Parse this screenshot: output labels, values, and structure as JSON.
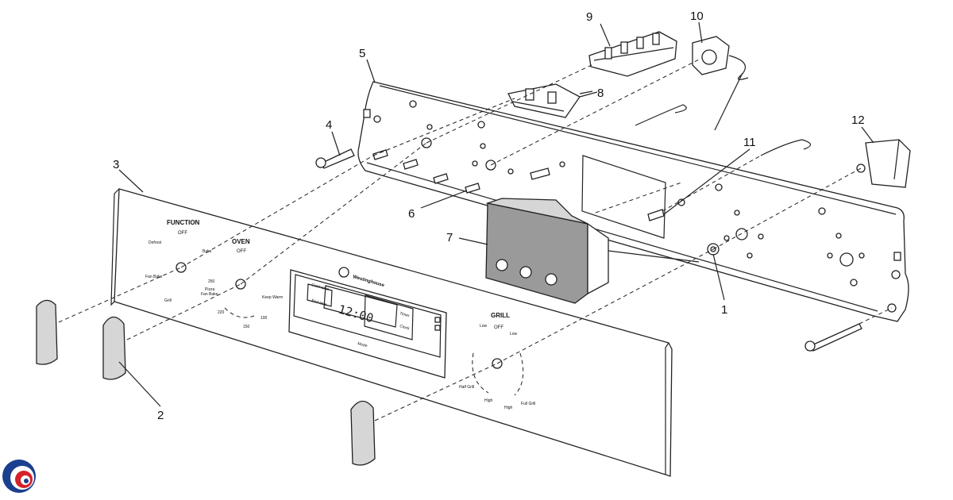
{
  "diagram": {
    "callouts": [
      "1",
      "2",
      "3",
      "4",
      "5",
      "6",
      "7",
      "8",
      "9",
      "10",
      "11",
      "12"
    ],
    "panel": {
      "brand": "Westinghouse",
      "function_label": "FUNCTION",
      "function_off": "OFF",
      "function_opts": [
        "Defrost",
        "Bake",
        "Fan Bake",
        "Grill"
      ],
      "oven_label": "OVEN",
      "oven_off": "OFF",
      "oven_marks": [
        "250",
        "Pizza",
        "220",
        "150",
        "100",
        "Keep Warm",
        "Fan Bake"
      ],
      "clock_time": "12:00",
      "clock_buttons_left": [
        "Cook time",
        "End time"
      ],
      "clock_buttons_right": [
        "Timer",
        "Clock"
      ],
      "clock_mode": "Mode",
      "grill_label": "GRILL",
      "grill_off": "OFF",
      "grill_marks": [
        "Low",
        "Low",
        "Half Grill",
        "High",
        "High",
        "Full Grill"
      ]
    }
  },
  "colors": {
    "line": "#222222",
    "logo_blue": "#1a3f8f",
    "logo_red": "#d2232a"
  }
}
